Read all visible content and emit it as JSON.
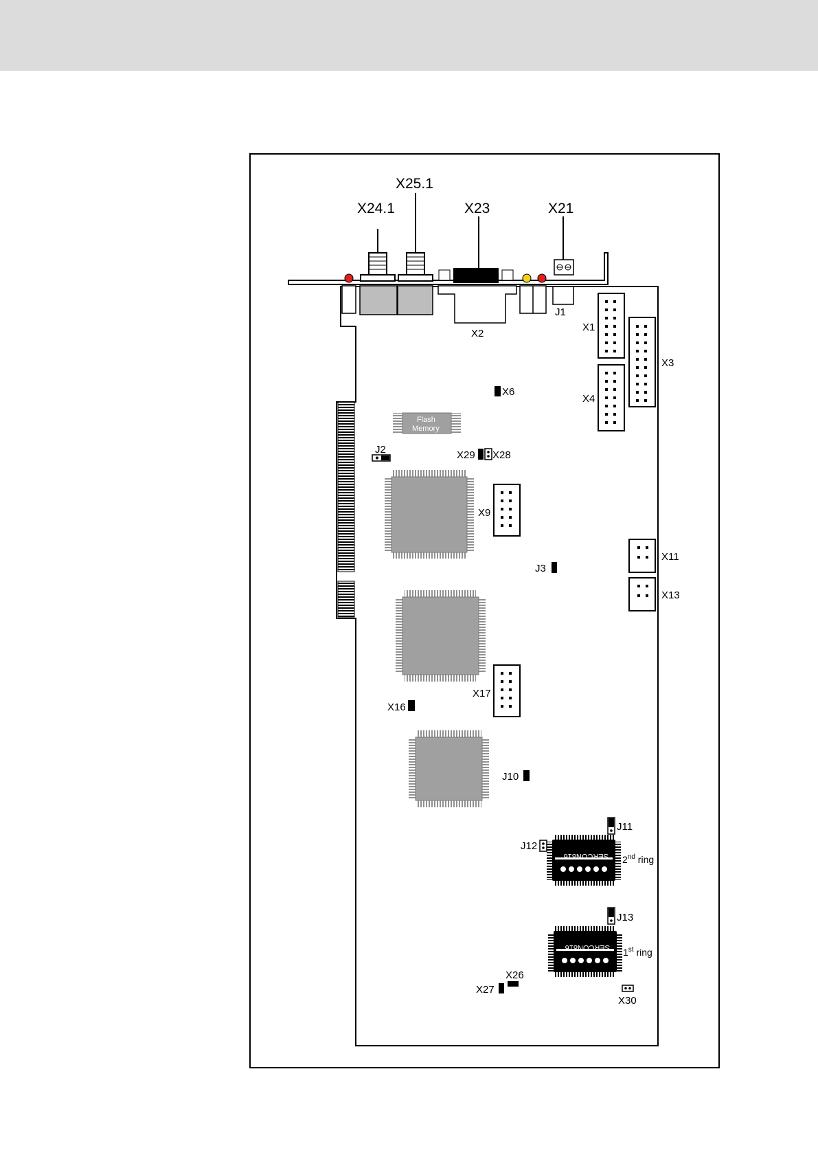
{
  "colors": {
    "header_band": "#dcdcdc",
    "chip_gray": "#a0a0a0",
    "led_red": "#e0201c",
    "led_yellow": "#f2d020",
    "outline": "#000000"
  },
  "connectors_top": {
    "x24": "X24.1",
    "x25": "X25.1",
    "x23": "X23",
    "x21": "X21"
  },
  "labels": {
    "x2": "X2",
    "j1": "J1",
    "x1": "X1",
    "x3": "X3",
    "x4": "X4",
    "x6": "X6",
    "j2": "J2",
    "x29": "X29",
    "x28": "X28",
    "x9": "X9",
    "j3": "J3",
    "x11": "X11",
    "x13": "X13",
    "x17": "X17",
    "x16": "X16",
    "j10": "J10",
    "j11": "J11",
    "j12": "J12",
    "j13": "J13",
    "x26": "X26",
    "x27": "X27",
    "x30": "X30"
  },
  "flash": {
    "line1": "Flash",
    "line2": "Memory"
  },
  "sercon": {
    "chip_label": "SERCON816",
    "ring2_prefix": "2",
    "ring2_sup": "nd",
    "ring1_prefix": "1",
    "ring1_sup": "st",
    "ring_word": " ring"
  }
}
